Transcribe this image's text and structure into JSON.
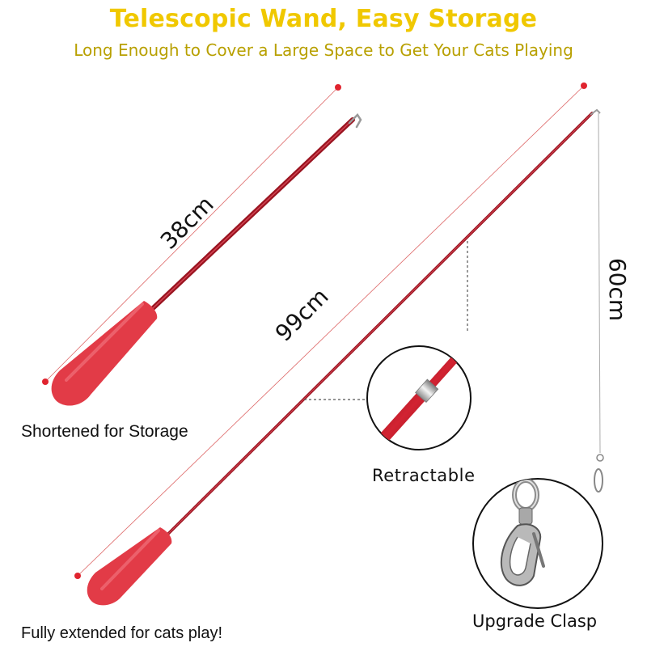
{
  "header": {
    "title": "Telescopic Wand, Easy Storage",
    "subtitle": "Long Enough to Cover a Large Space to Get Your Cats Playing"
  },
  "dimensions": {
    "short_length": "38cm",
    "long_length": "99cm",
    "string_length": "60cm"
  },
  "captions": {
    "shortened": "Shortened for Storage",
    "extended": "Fully extended for cats play!",
    "retractable": "Retractable",
    "clasp": "Upgrade Clasp"
  },
  "colors": {
    "title": "#f0c800",
    "subtitle": "#b8a000",
    "rod": "#b0121f",
    "handle": "#e23b47",
    "dot": "#e0242f"
  },
  "icons": [
    "telescopic-wand-short",
    "telescopic-wand-long",
    "retractable-zoom",
    "clasp-zoom"
  ]
}
